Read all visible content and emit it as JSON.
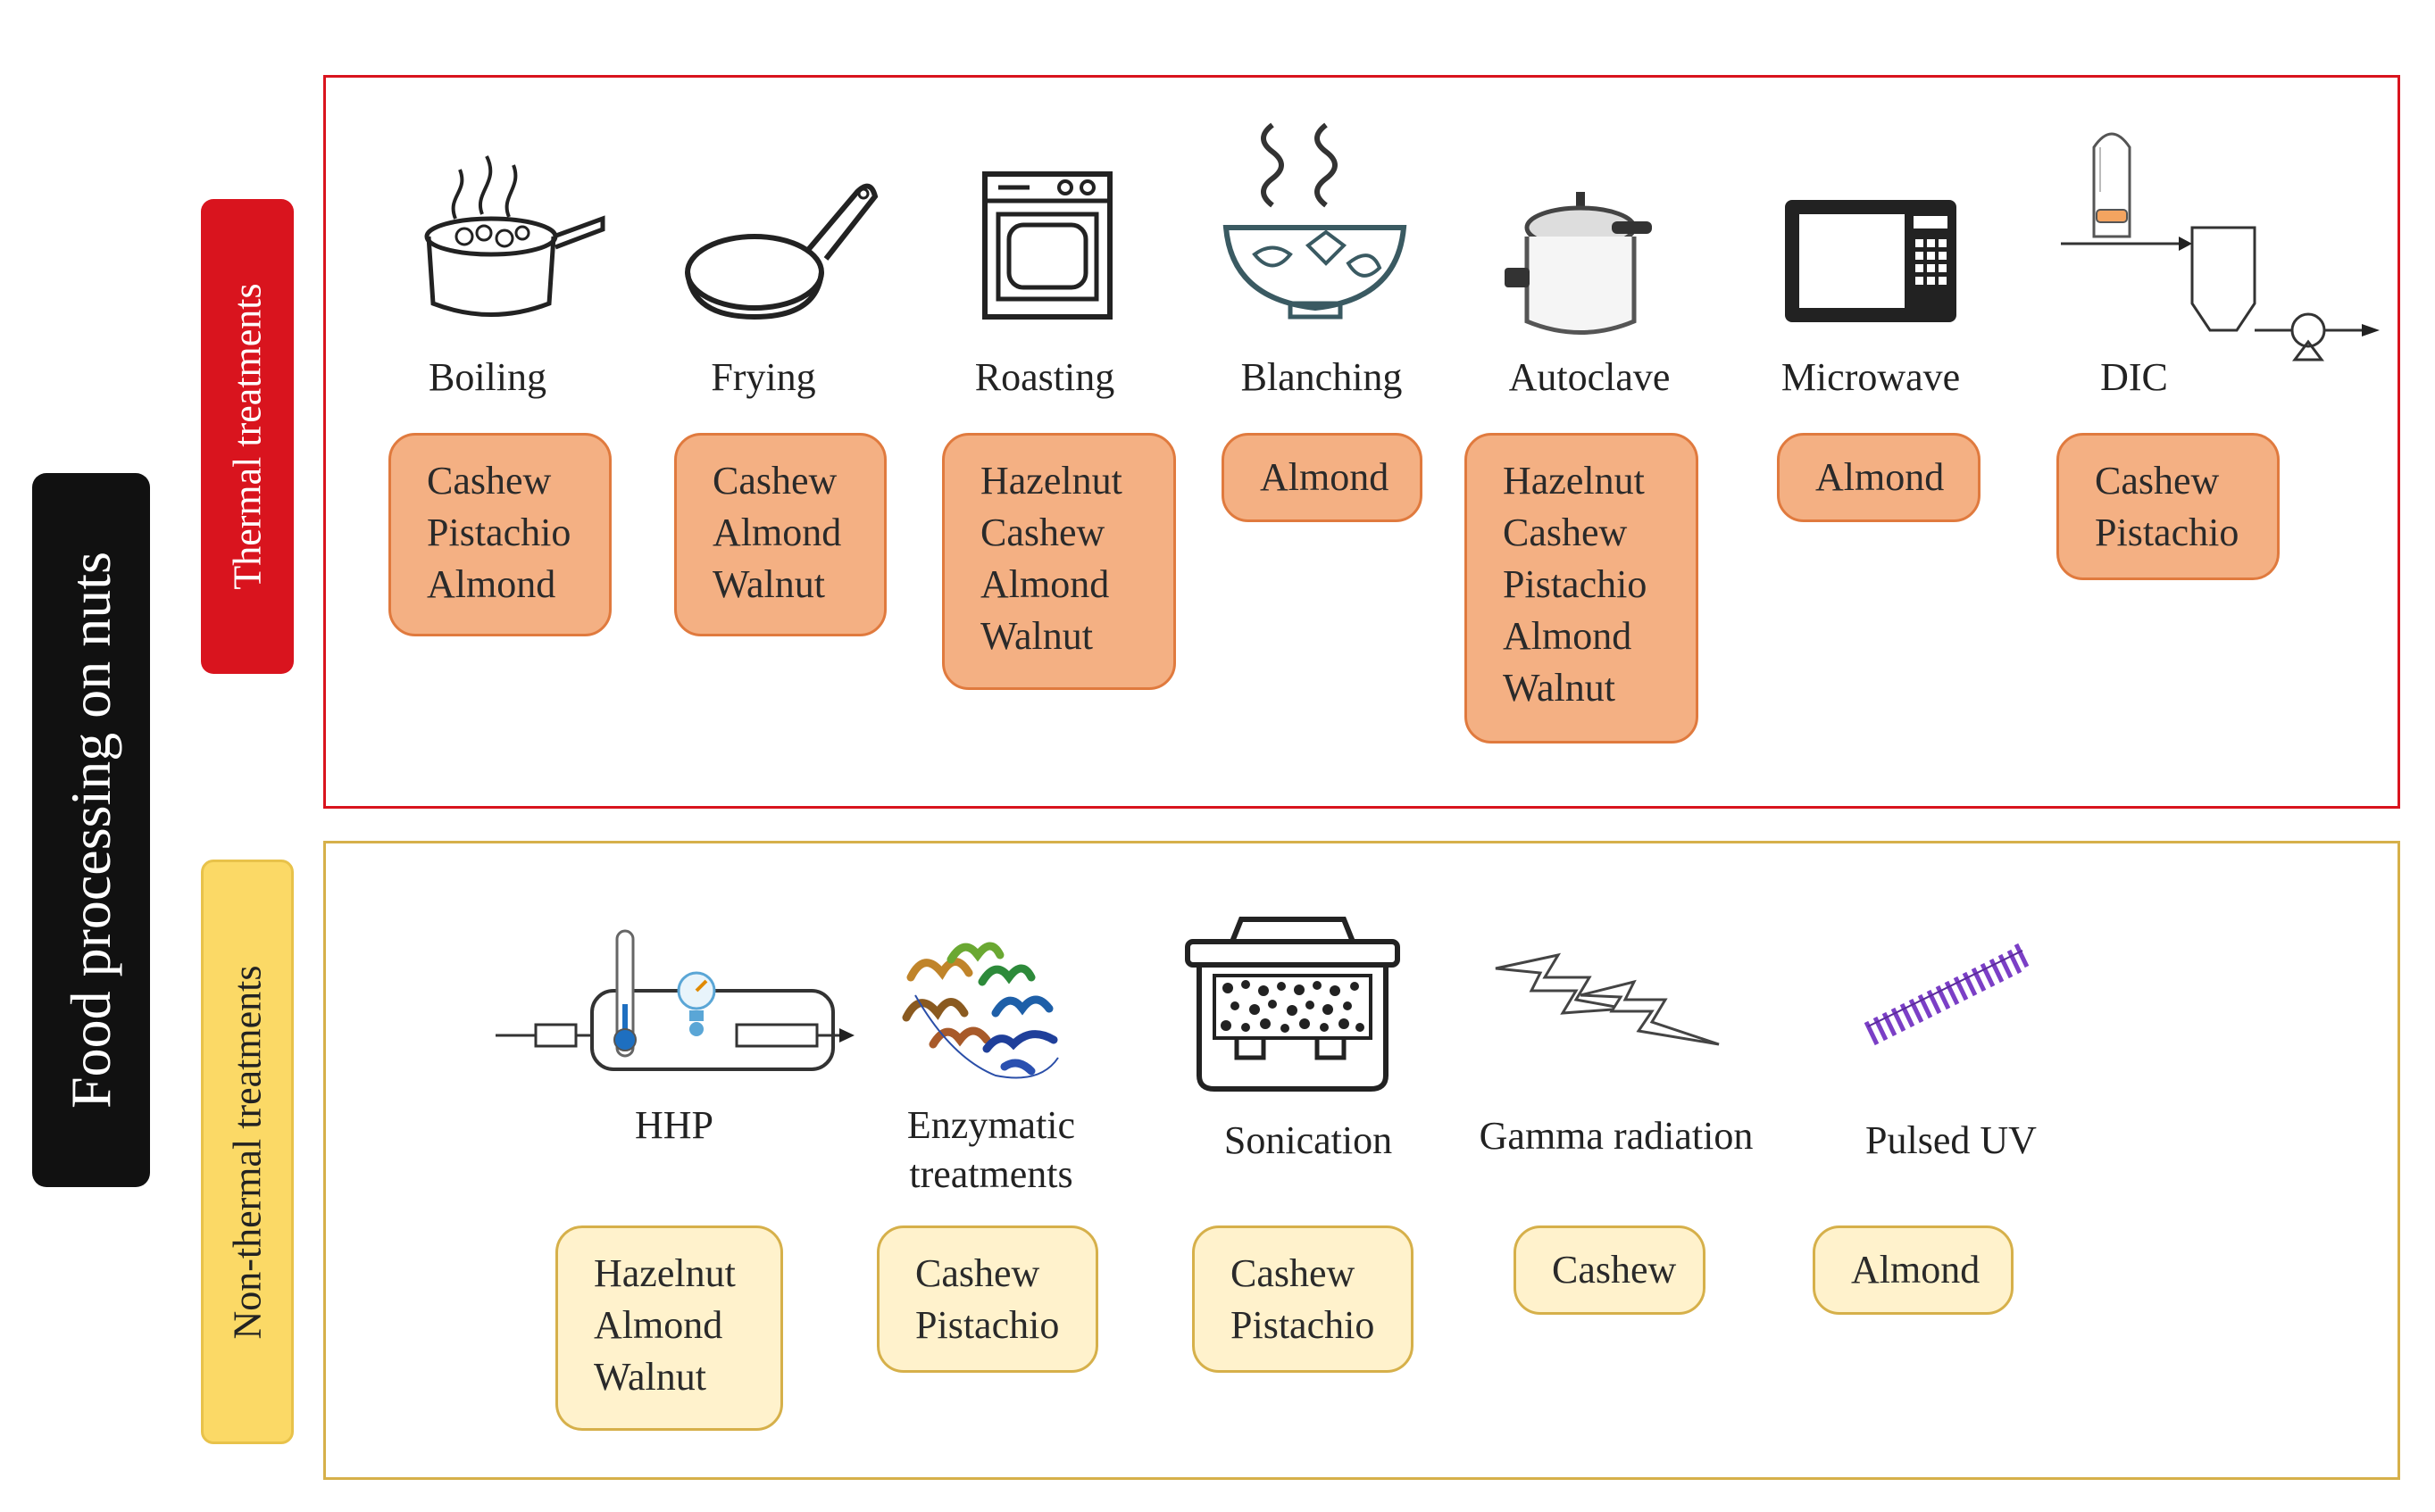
{
  "main_label": "Food processing on nuts",
  "groups": {
    "thermal": {
      "label": "Thermal treatments",
      "color": "#d9141e",
      "box_fill": "#f4b083",
      "methods": [
        {
          "name": "Boiling",
          "icon": "boiling-pot-icon",
          "nuts": [
            "Cashew",
            "Pistachio",
            "Almond"
          ]
        },
        {
          "name": "Frying",
          "icon": "frying-pan-icon",
          "nuts": [
            "Cashew",
            "Almond",
            "Walnut"
          ]
        },
        {
          "name": "Roasting",
          "icon": "oven-icon",
          "nuts": [
            "Hazelnut",
            "Cashew",
            "Almond",
            "Walnut"
          ]
        },
        {
          "name": "Blanching",
          "icon": "steaming-bowl-icon",
          "nuts": [
            "Almond"
          ]
        },
        {
          "name": "Autoclave",
          "icon": "pressure-cooker-icon",
          "nuts": [
            "Hazelnut",
            "Cashew",
            "Pistachio",
            "Almond",
            "Walnut"
          ]
        },
        {
          "name": "Microwave",
          "icon": "microwave-icon",
          "nuts": [
            "Almond"
          ]
        },
        {
          "name": "DIC",
          "icon": "dic-apparatus-icon",
          "nuts": [
            "Cashew",
            "Pistachio"
          ]
        }
      ]
    },
    "nonthermal": {
      "label": "Non-thermal treatments",
      "color": "#fbd966",
      "box_fill": "#fff2cc",
      "methods": [
        {
          "name": "HHP",
          "icon": "high-pressure-vessel-icon",
          "nuts": [
            "Hazelnut",
            "Almond",
            "Walnut"
          ]
        },
        {
          "name": "Enzymatic treatments",
          "name_lines": [
            "Enzymatic",
            "treatments"
          ],
          "icon": "enzyme-protein-icon",
          "nuts": [
            "Cashew",
            "Pistachio"
          ]
        },
        {
          "name": "Sonication",
          "icon": "sonicator-bath-icon",
          "nuts": [
            "Cashew",
            "Pistachio"
          ]
        },
        {
          "name": "Gamma radiation",
          "icon": "lightning-bolts-icon",
          "nuts": [
            "Cashew"
          ]
        },
        {
          "name": "Pulsed UV",
          "icon": "uv-coil-icon",
          "nuts": [
            "Almond"
          ]
        }
      ]
    }
  }
}
